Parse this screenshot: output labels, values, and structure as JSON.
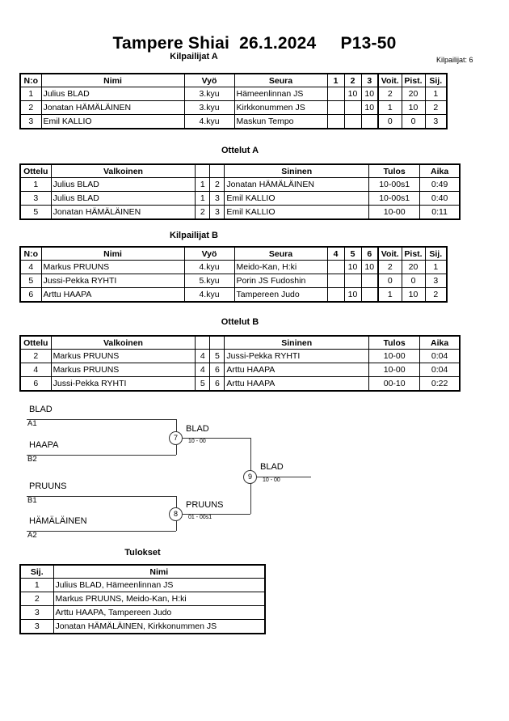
{
  "header": {
    "title": "Tampere Shiai  26.1.2024     P13-50",
    "competitor_count_label": "Kilpailijat: 6"
  },
  "pools": [
    {
      "heading": "Kilpailijat A",
      "columns": {
        "no": "N:o",
        "name": "Nimi",
        "belt": "Vyö",
        "club": "Seura",
        "m1": "1",
        "m2": "2",
        "m3": "3",
        "wins": "Voit.",
        "points": "Pist.",
        "rank": "Sij."
      },
      "rows": [
        {
          "no": "1",
          "name": "Julius BLAD",
          "belt": "3.kyu",
          "club": "Hämeenlinnan JS",
          "m1": "",
          "m2": "10",
          "m3": "10",
          "wins": "2",
          "points": "20",
          "rank": "1"
        },
        {
          "no": "2",
          "name": "Jonatan HÄMÄLÄINEN",
          "belt": "3.kyu",
          "club": "Kirkkonummen JS",
          "m1": "",
          "m2": "",
          "m3": "10",
          "wins": "1",
          "points": "10",
          "rank": "2"
        },
        {
          "no": "3",
          "name": "Emil KALLIO",
          "belt": "4.kyu",
          "club": "Maskun Tempo",
          "m1": "",
          "m2": "",
          "m3": "",
          "wins": "0",
          "points": "0",
          "rank": "3"
        }
      ]
    },
    {
      "heading": "Kilpailijat B",
      "columns": {
        "no": "N:o",
        "name": "Nimi",
        "belt": "Vyö",
        "club": "Seura",
        "m1": "4",
        "m2": "5",
        "m3": "6",
        "wins": "Voit.",
        "points": "Pist.",
        "rank": "Sij."
      },
      "rows": [
        {
          "no": "4",
          "name": "Markus PRUUNS",
          "belt": "4.kyu",
          "club": "Meido-Kan, H:ki",
          "m1": "",
          "m2": "10",
          "m3": "10",
          "wins": "2",
          "points": "20",
          "rank": "1"
        },
        {
          "no": "5",
          "name": "Jussi-Pekka RYHTI",
          "belt": "5.kyu",
          "club": "Porin JS Fudoshin",
          "m1": "",
          "m2": "",
          "m3": "",
          "wins": "0",
          "points": "0",
          "rank": "3"
        },
        {
          "no": "6",
          "name": "Arttu HAAPA",
          "belt": "4.kyu",
          "club": "Tampereen Judo",
          "m1": "",
          "m2": "10",
          "m3": "",
          "wins": "1",
          "points": "10",
          "rank": "2"
        }
      ]
    }
  ],
  "matches": [
    {
      "heading": "Ottelut A",
      "columns": {
        "match": "Ottelu",
        "white": "Valkoinen",
        "n1": "",
        "n2": "",
        "blue": "Sininen",
        "result": "Tulos",
        "time": "Aika"
      },
      "rows": [
        {
          "match": "1",
          "white": "Julius BLAD",
          "n1": "1",
          "n2": "2",
          "blue": "Jonatan HÄMÄLÄINEN",
          "result": "10-00s1",
          "time": "0:49"
        },
        {
          "match": "3",
          "white": "Julius BLAD",
          "n1": "1",
          "n2": "3",
          "blue": "Emil KALLIO",
          "result": "10-00s1",
          "time": "0:40"
        },
        {
          "match": "5",
          "white": "Jonatan HÄMÄLÄINEN",
          "n1": "2",
          "n2": "3",
          "blue": "Emil KALLIO",
          "result": "10-00",
          "time": "0:11"
        }
      ]
    },
    {
      "heading": "Ottelut B",
      "columns": {
        "match": "Ottelu",
        "white": "Valkoinen",
        "n1": "",
        "n2": "",
        "blue": "Sininen",
        "result": "Tulos",
        "time": "Aika"
      },
      "rows": [
        {
          "match": "2",
          "white": "Markus PRUUNS",
          "n1": "4",
          "n2": "5",
          "blue": "Jussi-Pekka RYHTI",
          "result": "10-00",
          "time": "0:04"
        },
        {
          "match": "4",
          "white": "Markus PRUUNS",
          "n1": "4",
          "n2": "6",
          "blue": "Arttu HAAPA",
          "result": "10-00",
          "time": "0:04"
        },
        {
          "match": "6",
          "white": "Jussi-Pekka RYHTI",
          "n1": "5",
          "n2": "6",
          "blue": "Arttu HAAPA",
          "result": "00-10",
          "time": "0:22"
        }
      ]
    }
  ],
  "bracket": {
    "seeds": [
      {
        "name": "BLAD",
        "code": "A1"
      },
      {
        "name": "HAAPA",
        "code": "B2"
      },
      {
        "name": "PRUUNS",
        "code": "B1"
      },
      {
        "name": "HÄMÄLÄINEN",
        "code": "A2"
      }
    ],
    "semifinals": [
      {
        "number": "7",
        "winner": "BLAD",
        "score": "10 - 00"
      },
      {
        "number": "8",
        "winner": "PRUUNS",
        "score": "01 - 00s1"
      }
    ],
    "final": {
      "number": "9",
      "winner": "BLAD",
      "score": "10 - 00"
    }
  },
  "results": {
    "heading": "Tulokset",
    "columns": {
      "rank": "Sij.",
      "name": "Nimi"
    },
    "rows": [
      {
        "rank": "1",
        "name": "Julius BLAD, Hämeenlinnan JS"
      },
      {
        "rank": "2",
        "name": "Markus PRUUNS, Meido-Kan, H:ki"
      },
      {
        "rank": "3",
        "name": "Arttu HAAPA, Tampereen Judo"
      },
      {
        "rank": "3",
        "name": "Jonatan HÄMÄLÄINEN, Kirkkonummen JS"
      }
    ]
  }
}
